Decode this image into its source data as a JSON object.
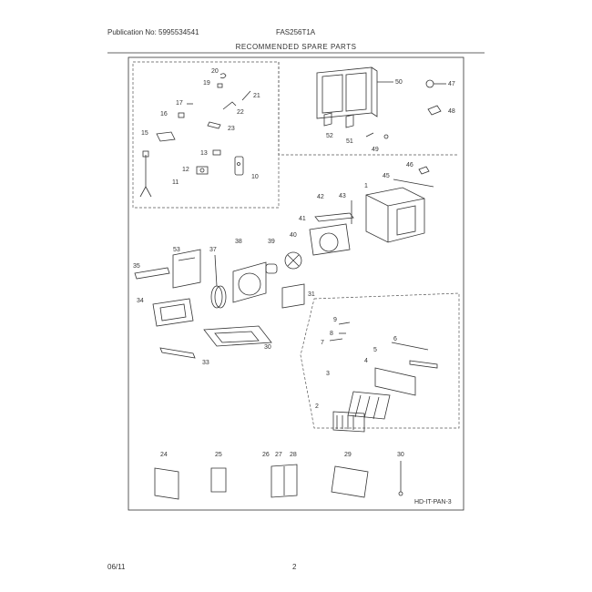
{
  "header": {
    "publication": "Publication No: 5995534541",
    "model": "FAS256T1A",
    "title": "RECOMMENDED SPARE PARTS"
  },
  "footer": {
    "date": "06/11",
    "page": "2"
  },
  "diagram": {
    "code": "HD-IT-PAN-3",
    "part_numbers": [
      "1",
      "2",
      "3",
      "4",
      "5",
      "6",
      "7",
      "8",
      "9",
      "10",
      "11",
      "12",
      "13",
      "15",
      "16",
      "17",
      "19",
      "20",
      "21",
      "22",
      "23",
      "24",
      "25",
      "26",
      "27",
      "28",
      "29",
      "30",
      "31",
      "33",
      "34",
      "35",
      "37",
      "38",
      "39",
      "40",
      "41",
      "42",
      "43",
      "45",
      "46",
      "47",
      "48",
      "49",
      "50",
      "51",
      "52",
      "53"
    ]
  }
}
